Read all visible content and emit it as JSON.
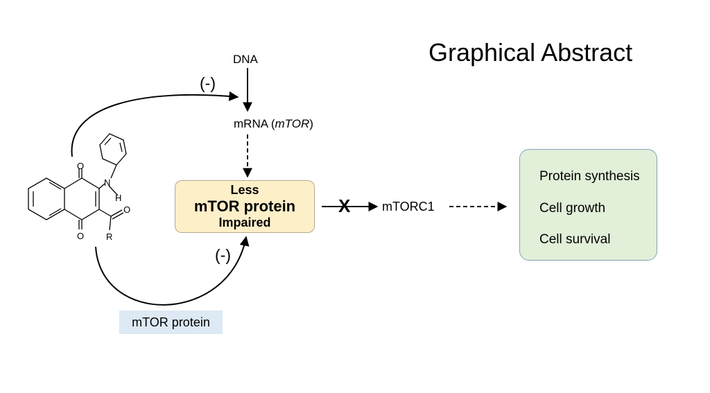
{
  "title": "Graphical Abstract",
  "pathway": {
    "dna": "DNA",
    "mrna_prefix": "mRNA (",
    "mrna_gene": "mTOR",
    "mrna_suffix": ")",
    "inhibit_transcription": "(-)",
    "inhibit_protein": "(-)"
  },
  "mtor_box": {
    "line1": "Less",
    "line2": "mTOR protein",
    "line3": "Impaired",
    "fill": "#fdefc8"
  },
  "block_mark": "X",
  "mtorc1": "mTORC1",
  "effects": {
    "fill": "#e2efd9",
    "items": [
      "Protein synthesis",
      "Cell growth",
      "Cell survival"
    ]
  },
  "molecule": {
    "atoms": {
      "o_top": "O",
      "o_bottom": "O",
      "o_side": "O",
      "n": "N",
      "h": "H",
      "r": "R"
    }
  },
  "protein_label": {
    "text": "mTOR protein",
    "fill": "#dde9f4"
  }
}
